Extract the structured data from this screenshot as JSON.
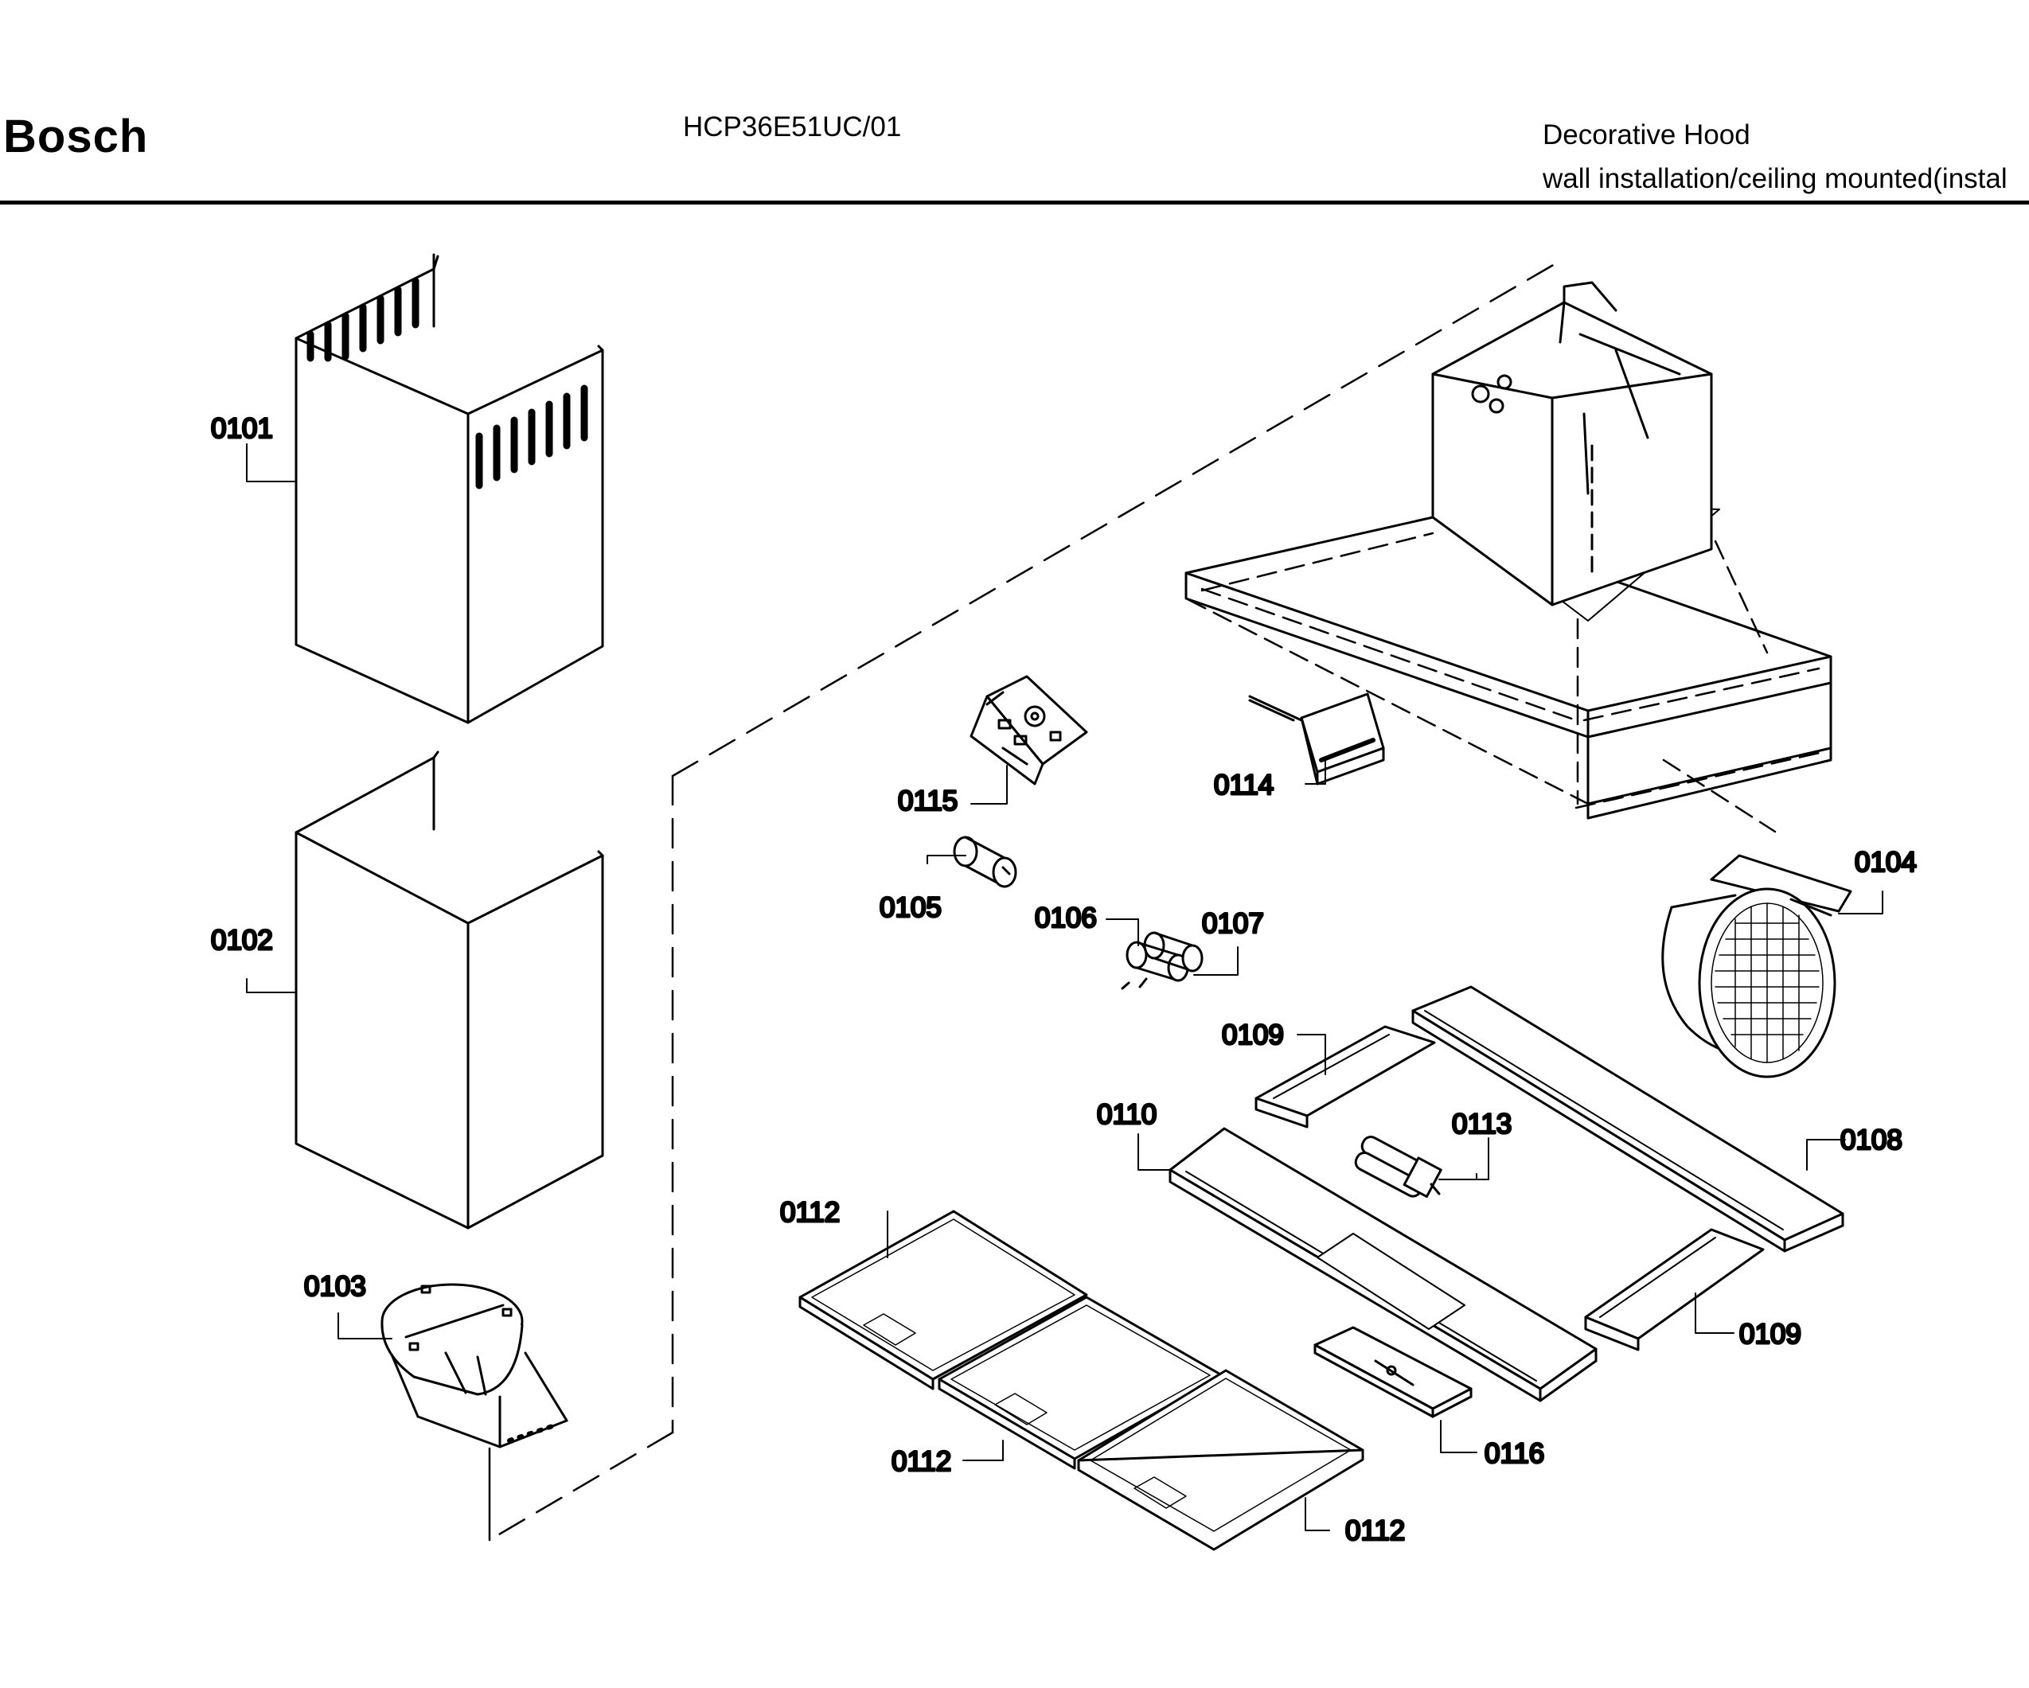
{
  "header": {
    "brand": "Bosch",
    "model": "HCP36E51UC/01",
    "title_line1": "Decorative Hood",
    "title_line2": "wall installation/ceiling mounted(instal"
  },
  "parts": {
    "p0101": "0101",
    "p0102": "0102",
    "p0103": "0103",
    "p0104": "0104",
    "p0105": "0105",
    "p0106": "0106",
    "p0107": "0107",
    "p0108": "0108",
    "p0109a": "0109",
    "p0109b": "0109",
    "p0110": "0110",
    "p0112a": "0112",
    "p0112b": "0112",
    "p0112c": "0112",
    "p0113": "0113",
    "p0114": "0114",
    "p0115": "0115",
    "p0116": "0116"
  },
  "colors": {
    "line": "#000000",
    "background": "#ffffff"
  }
}
